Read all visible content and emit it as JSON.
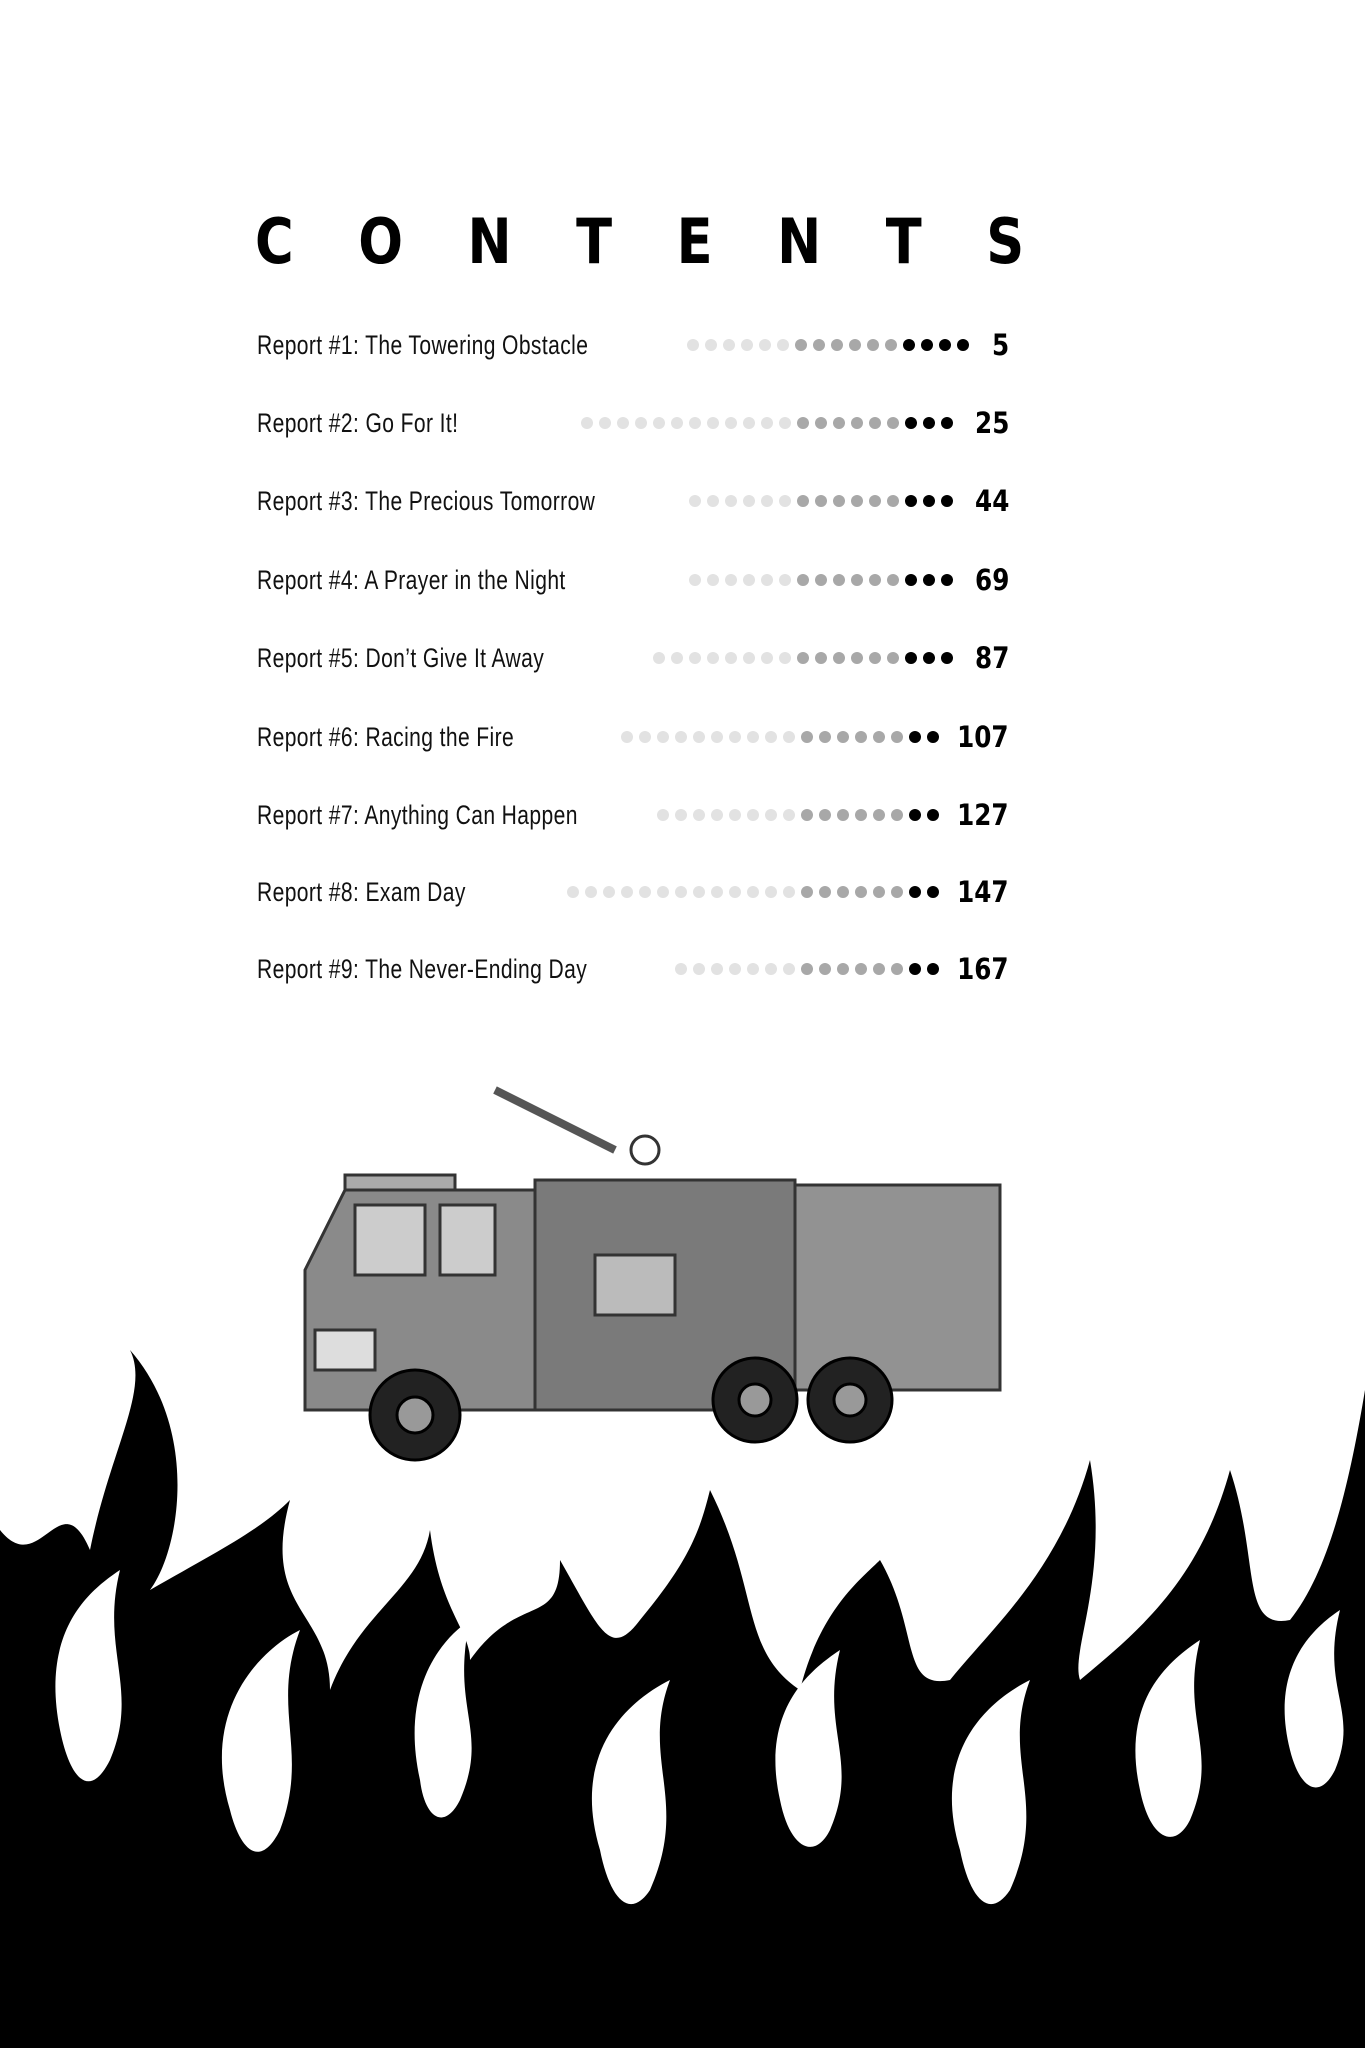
{
  "title_letters": [
    "C",
    "O",
    "N",
    "T",
    "E",
    "N",
    "T",
    "S"
  ],
  "entries": [
    {
      "label": "Report #1:  The Towering Obstacle",
      "page": "5",
      "dark_dots": 4
    },
    {
      "label": "Report #2:  Go For It!",
      "page": "25",
      "dark_dots": 3
    },
    {
      "label": "Report #3:  The Precious Tomorrow",
      "page": "44",
      "dark_dots": 3
    },
    {
      "label": "Report #4:  A Prayer in the Night",
      "page": "69",
      "dark_dots": 3
    },
    {
      "label": "Report #5:  Don’t Give It Away",
      "page": "87",
      "dark_dots": 3
    },
    {
      "label": "Report #6:  Racing the Fire",
      "page": "107",
      "dark_dots": 2
    },
    {
      "label": "Report #7:  Anything Can Happen",
      "page": "127",
      "dark_dots": 2
    },
    {
      "label": "Report #8:  Exam Day",
      "page": "147",
      "dark_dots": 2
    },
    {
      "label": "Report #9:  The Never-Ending Day",
      "page": "167",
      "dark_dots": 2
    }
  ],
  "colors": {
    "light_dot": "#e2e2e2",
    "mid_dot": "#a8a8a8",
    "dark_dot": "#000000"
  }
}
